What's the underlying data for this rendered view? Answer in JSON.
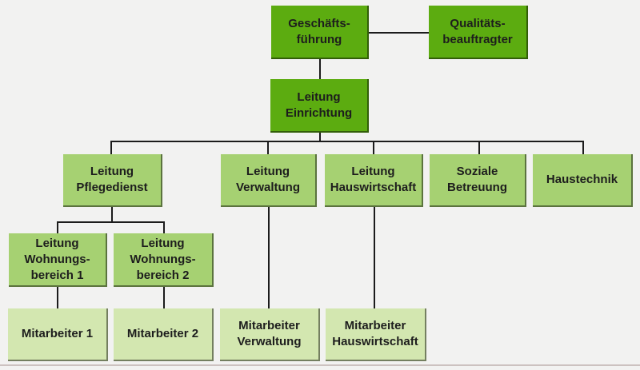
{
  "diagram": {
    "type": "org-chart",
    "language": "de",
    "colors": {
      "level1": "#5cac10",
      "level2": "#a6d172",
      "level3": "#d3e7b0",
      "line": "#1c1c1c",
      "text": "#1d1d1d",
      "background": "#f2f2f1"
    },
    "nodes": {
      "geschaeftsfuehrung": {
        "level": 1,
        "lines": [
          "Geschäfts-",
          "führung"
        ]
      },
      "qualitaetsbeauftragter": {
        "level": 1,
        "lines": [
          "Qualitäts-",
          "beauftragter"
        ]
      },
      "leitung_einrichtung": {
        "level": 1,
        "lines": [
          "Leitung",
          "Einrichtung"
        ]
      },
      "leitung_pflegedienst": {
        "level": 2,
        "lines": [
          "Leitung",
          "Pflegedienst"
        ]
      },
      "leitung_verwaltung": {
        "level": 2,
        "lines": [
          "Leitung",
          "Verwaltung"
        ]
      },
      "leitung_hauswirtschaft": {
        "level": 2,
        "lines": [
          "Leitung",
          "Hauswirtschaft"
        ]
      },
      "soziale_betreuung": {
        "level": 2,
        "lines": [
          "Soziale",
          "Betreuung"
        ]
      },
      "haustechnik": {
        "level": 2,
        "lines": [
          "Haustechnik"
        ]
      },
      "leitung_wohnungsbereich_1": {
        "level": 2,
        "lines": [
          "Leitung",
          "Wohnungs-",
          "bereich 1"
        ]
      },
      "leitung_wohnungsbereich_2": {
        "level": 2,
        "lines": [
          "Leitung",
          "Wohnungs-",
          "bereich 2"
        ]
      },
      "mitarbeiter_1": {
        "level": 3,
        "lines": [
          "Mitarbeiter 1"
        ]
      },
      "mitarbeiter_2": {
        "level": 3,
        "lines": [
          "Mitarbeiter 2"
        ]
      },
      "mitarbeiter_verwaltung": {
        "level": 3,
        "lines": [
          "Mitarbeiter",
          "Verwaltung"
        ]
      },
      "mitarbeiter_hauswirtschaft": {
        "level": 3,
        "lines": [
          "Mitarbeiter",
          "Hauswirtschaft"
        ]
      }
    },
    "edges": [
      [
        "geschaeftsfuehrung",
        "qualitaetsbeauftragter"
      ],
      [
        "geschaeftsfuehrung",
        "leitung_einrichtung"
      ],
      [
        "leitung_einrichtung",
        "leitung_pflegedienst"
      ],
      [
        "leitung_einrichtung",
        "leitung_verwaltung"
      ],
      [
        "leitung_einrichtung",
        "leitung_hauswirtschaft"
      ],
      [
        "leitung_einrichtung",
        "soziale_betreuung"
      ],
      [
        "leitung_einrichtung",
        "haustechnik"
      ],
      [
        "leitung_pflegedienst",
        "leitung_wohnungsbereich_1"
      ],
      [
        "leitung_pflegedienst",
        "leitung_wohnungsbereich_2"
      ],
      [
        "leitung_wohnungsbereich_1",
        "mitarbeiter_1"
      ],
      [
        "leitung_wohnungsbereich_2",
        "mitarbeiter_2"
      ],
      [
        "leitung_verwaltung",
        "mitarbeiter_verwaltung"
      ],
      [
        "leitung_hauswirtschaft",
        "mitarbeiter_hauswirtschaft"
      ]
    ]
  }
}
